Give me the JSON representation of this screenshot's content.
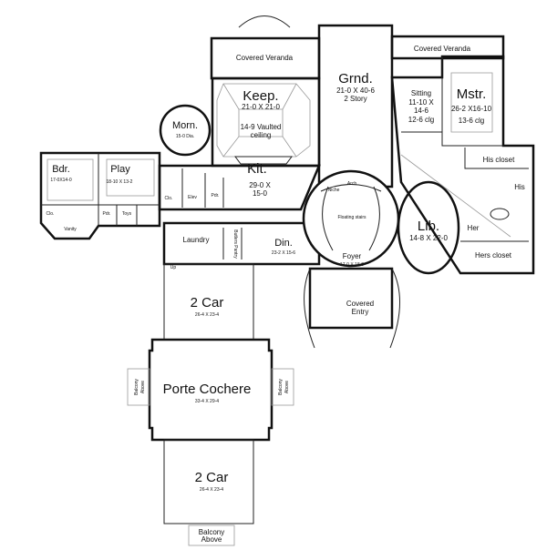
{
  "rooms": {
    "veranda_left": "Covered Veranda",
    "veranda_right": "Covered Veranda",
    "grand": {
      "name": "Grnd.",
      "dims": "21-0  X 40-6",
      "note": "2 Story"
    },
    "keep": {
      "name": "Keep.",
      "dims": "21-0  X 21-0",
      "note1": "14-9 Vaulted",
      "note2": "ceiling"
    },
    "morning": {
      "name": "Morn.",
      "dims": "15-0 Dia."
    },
    "kitchen": {
      "name": "Kit.",
      "dims1": "29-0 X",
      "dims2": "15-0"
    },
    "sitting": {
      "name": "Sitting",
      "dims1": "11-10 X",
      "dims2": "14-6",
      "note": "12-6 clg"
    },
    "master": {
      "name": "Mstr.",
      "dims": "26-2 X16-10",
      "note": "13-6 clg"
    },
    "his_closet": "His closet",
    "his": "His",
    "her": "Her",
    "hers_closet": "Hers closet",
    "bedroom": {
      "name": "Bdr.",
      "dims": "17-0X14-0"
    },
    "play": {
      "name": "Play",
      "dims": "18-10 X 13-2"
    },
    "closet": "Clo.",
    "powder": "Pdr.",
    "toys": "Toys",
    "elevator": "Elev",
    "laundry": "Laundry",
    "dining": {
      "name": "Din.",
      "dims": "23-2  X 15-6"
    },
    "foyer": {
      "name": "Foyer",
      "dims": "17-0 X 18-0"
    },
    "floating_stairs": "Floating stairs",
    "library": {
      "name": "Lib.",
      "dims": "14-8 X 22-0"
    },
    "covered_entry": {
      "line1": "Covered",
      "line2": "Entry"
    },
    "garage_upper": {
      "name": "2 Car",
      "dims": "26-4 X 23-4"
    },
    "porte_cochere": {
      "name": "Porte Cochere",
      "dims": "33-4 X 29-4"
    },
    "garage_lower": {
      "name": "2 Car",
      "dims": "26-4 X 23-4"
    },
    "balcony": {
      "line1": "Balcony",
      "line2": "Above"
    },
    "up": "Up",
    "arch": "Arch",
    "niche": "Niche",
    "vanity": "Vanity",
    "pantry": "Butlers Pantry"
  }
}
